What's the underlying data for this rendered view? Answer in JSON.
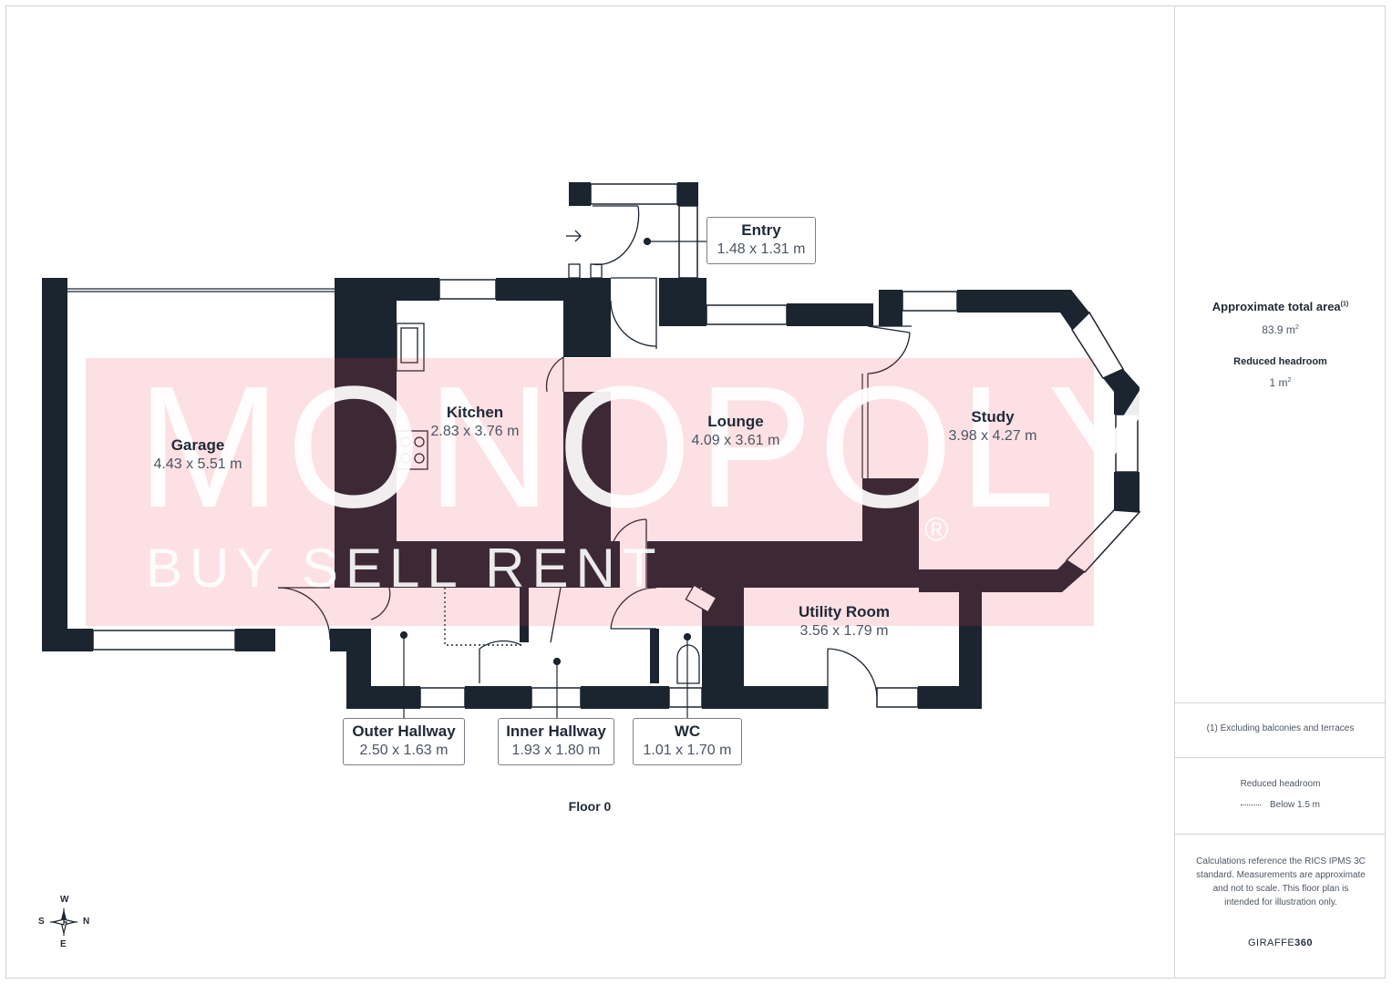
{
  "floor_label": "Floor 0",
  "rooms": {
    "garage": {
      "name": "Garage",
      "dims": "4.43 x 5.51 m"
    },
    "kitchen": {
      "name": "Kitchen",
      "dims": "2.83 x 3.76 m"
    },
    "lounge": {
      "name": "Lounge",
      "dims": "4.09 x 3.61 m"
    },
    "study": {
      "name": "Study",
      "dims": "3.98 x 4.27 m"
    },
    "utility": {
      "name": "Utility Room",
      "dims": "3.56 x 1.79 m"
    },
    "entry": {
      "name": "Entry",
      "dims": "1.48 x 1.31 m"
    },
    "outer_hallway": {
      "name": "Outer Hallway",
      "dims": "2.50 x 1.63 m"
    },
    "inner_hallway": {
      "name": "Inner Hallway",
      "dims": "1.93 x 1.80 m"
    },
    "wc": {
      "name": "WC",
      "dims": "1.01 x 1.70 m"
    }
  },
  "watermark": {
    "brand": "MONOPOLY",
    "tagline": "BUY  SELL  RENT",
    "mark": "®"
  },
  "compass": {
    "w": "W",
    "s": "S",
    "n": "N",
    "e": "E"
  },
  "sidebar": {
    "area_title": "Approximate total area",
    "area_sup": "(1)",
    "area_value": "83.9 m",
    "area_unit_sup": "2",
    "reduced_title": "Reduced headroom",
    "reduced_value": "1 m",
    "reduced_unit_sup": "2",
    "footnote": "(1) Excluding balconies and terraces",
    "legend_title": "Reduced headroom",
    "legend_item": "Below 1.5 m",
    "disclaimer": "Calculations reference the RICS IPMS 3C standard. Measurements are approximate and not to scale. This floor plan is intended for illustration only.",
    "brand_light": "GIRAFFE",
    "brand_bold": "360"
  },
  "colors": {
    "wall": "#1b2530",
    "watermark": "#f43c50",
    "text": "#1f2937"
  }
}
